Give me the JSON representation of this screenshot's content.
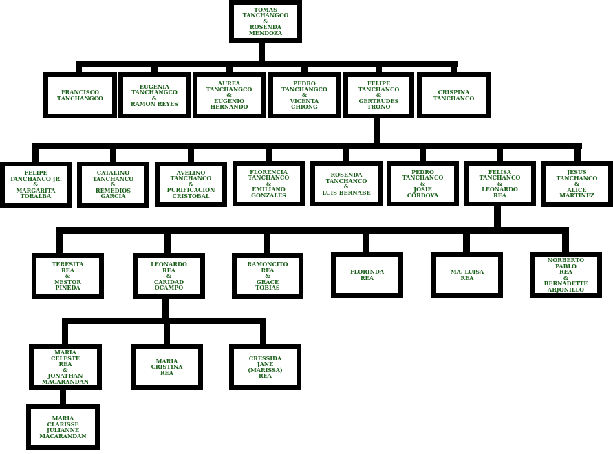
{
  "root": "TOMAS TANCHANGCO\n&\nROSENDA MENDOZA",
  "gen1": [
    "FRANCISCO\nTANCHANGCO",
    "EUGENIA\nTANCHANGCO\n&\nRAMON REYES",
    "AUREA\nTANCHANGCO\n&\nEUGENIO\nHERNANDO",
    "PEDRO\nTANCHANGCO\n&\nVICENTA\nCHIONG",
    "FELIPE\nTANCHANCO\n&\nGERTRUDES\nTRONO",
    "CRISPINA\nTANCHANCO"
  ],
  "gen2": [
    "FELIPE\nTANCHANCO JR.\n&\nMARGARITA\nTORALBA",
    "CATALINO\nTANCHANCO\n&\nREMEDIOS\nGARCIA",
    "AVELINO\nTANCHANCO\n&\nPURIFICACION\nCRISTOBAL",
    "FLORENCIA\nTANCHANCO\n&\nEMILIANO\nGONZALES",
    "ROSENDA\nTANCHANCO\n&\nLUIS BERNABE",
    "PEDRO\nTANCHANCO\n&\nJOSIE\nCORDOVA",
    "FELISA\nTANCHANCO\n&\nLEONARDO\nREA",
    "JESUS\nTANCHANCO\n&\nALICE\nMARTINEZ"
  ],
  "gen3": [
    "TERESITA\nREA\n&\nNESTOR\nPINEDA",
    "LEONARDO\nREA\n&\nCARIDAD\nOCAMPO",
    "RAMONCITO\nREA\n&\nGRACE\nTOBIAS",
    "FLORINDA\nREA",
    "MA. LUISA\nREA",
    "NORBERTO\nPABLO\nREA\n&\nBERNADETTE\nARJONILLO"
  ],
  "gen4": [
    "MARIA\nCELESTE\nREA\n&\nJONATHAN\nMACARANDAN",
    "MARIA\nCRISTINA\nREA",
    "CRESSIDA\nJANE\n(MARISSA)\nREA"
  ],
  "gen5": [
    "MARIA\nCLARISSE\nJULIANNE\nMACARANDAN"
  ]
}
